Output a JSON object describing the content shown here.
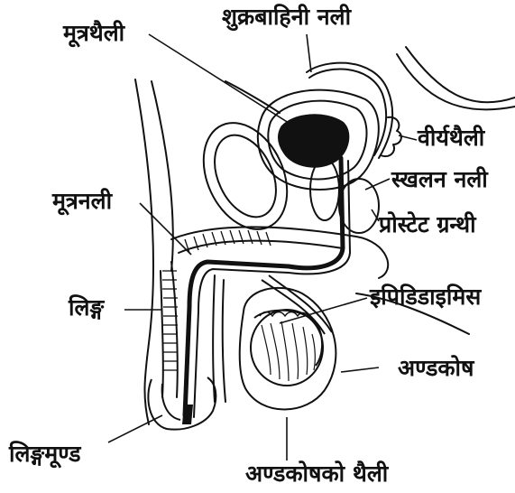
{
  "figure": {
    "labels": {
      "seminal_duct": "शुक्रबाहिनी नली",
      "bladder": "मूत्रथैली",
      "seminal_vesicle": "वीर्यथैली",
      "ejaculatory_duct": "स्खलन नली",
      "urethra": "मूत्रनली",
      "prostate": "प्रोस्टेट ग्रन्थी",
      "penis": "लिङ्ग",
      "epididymis": "इपिडिडाइमिस",
      "testis": "अण्डकोष",
      "glans": "लिङ्गमूण्ड",
      "scrotum": "अण्डकोषको थैली"
    },
    "colors": {
      "ink": "#111111",
      "paper": "#ffffff"
    }
  }
}
